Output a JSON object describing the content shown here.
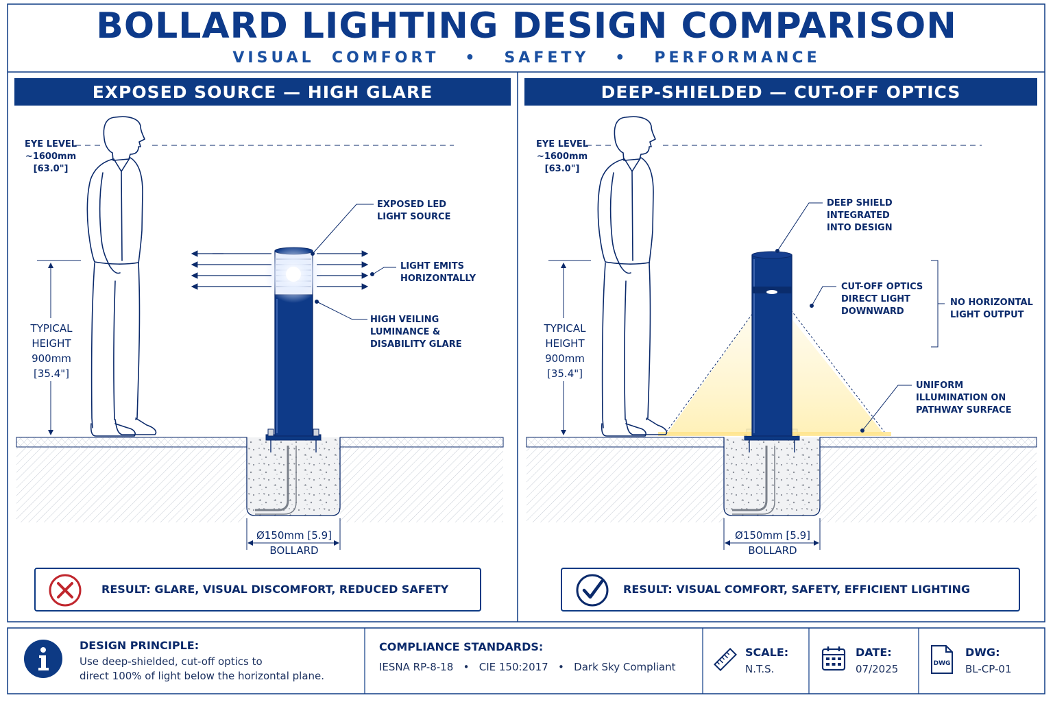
{
  "header": {
    "title": "BOLLARD LIGHTING DESIGN COMPARISON",
    "subtitle": "VISUAL  COMFORT   •   SAFETY   •   PERFORMANCE"
  },
  "left_panel": {
    "banner": "EXPOSED SOURCE — HIGH GLARE",
    "eye_level": "EYE LEVEL\n~1600mm\n[63.0\"]",
    "typical_height": "TYPICAL\nHEIGHT\n900mm\n[35.4\"]",
    "callout_led": "EXPOSED LED\nLIGHT SOURCE",
    "callout_horizontal": "LIGHT EMITS\nHORIZONTALLY",
    "callout_glare": "HIGH VEILING\nLUMINANCE &\nDISABILITY GLARE",
    "diameter": "Ø150mm [5.9]\nBOLLARD",
    "result": "RESULT: GLARE, VISUAL DISCOMFORT, REDUCED SAFETY"
  },
  "right_panel": {
    "banner": "DEEP-SHIELDED — CUT-OFF OPTICS",
    "eye_level": "EYE LEVEL\n~1600mm\n[63.0\"]",
    "typical_height": "TYPICAL\nHEIGHT\n900mm\n[35.4\"]",
    "callout_shield": "DEEP SHIELD\nINTEGRATED\nINTO DESIGN",
    "callout_cutoff": "CUT-OFF OPTICS\nDIRECT LIGHT\nDOWNWARD",
    "callout_no_horizontal": "NO HORIZONTAL\nLIGHT OUTPUT",
    "callout_uniform": "UNIFORM\nILLUMINATION ON\nPATHWAY SURFACE",
    "diameter": "Ø150mm [5.9]\nBOLLARD",
    "result": "RESULT: VISUAL COMFORT, SAFETY, EFFICIENT LIGHTING"
  },
  "footer": {
    "principle_title": "DESIGN PRINCIPLE:",
    "principle_text": "Use deep-shielded, cut-off optics to\ndirect 100% of light below the horizontal plane.",
    "compliance_title": "COMPLIANCE STANDARDS:",
    "compliance_text": "IESNA RP-8-18   •   CIE 150:2017   •   Dark Sky Compliant",
    "scale_label": "SCALE:",
    "scale_value": "N.T.S.",
    "date_label": "DATE:",
    "date_value": "07/2025",
    "dwg_label": "DWG:",
    "dwg_value": "BL-CP-01",
    "dwg_icon_text": "DWG"
  },
  "colors": {
    "navy": "#0d3a84",
    "text": "#0b2a6b",
    "glow": "#fff3c4",
    "error": "#c0262d"
  },
  "icons": [
    "x-circle-icon",
    "check-circle-icon",
    "info-icon",
    "ruler-icon",
    "calendar-icon",
    "dwg-file-icon"
  ]
}
